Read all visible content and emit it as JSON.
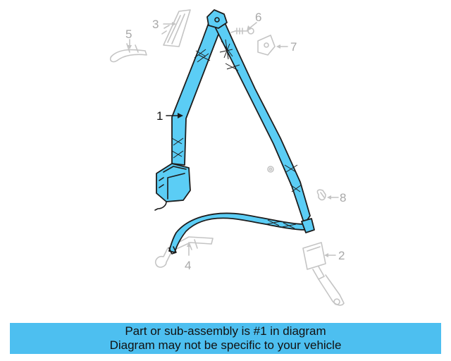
{
  "callouts": {
    "c1": "1",
    "c2": "2",
    "c3": "3",
    "c4": "4",
    "c5": "5",
    "c6": "6",
    "c7": "7",
    "c8": "8"
  },
  "banner": {
    "line1": "Part or sub-assembly is #1 in diagram",
    "line2": "Diagram may not be specific to your vehicle"
  },
  "colors": {
    "highlight": "#5bcdf5",
    "banner": "#4dbff0",
    "ghost": "#c4c4c4",
    "outline": "#1d1d1d"
  }
}
